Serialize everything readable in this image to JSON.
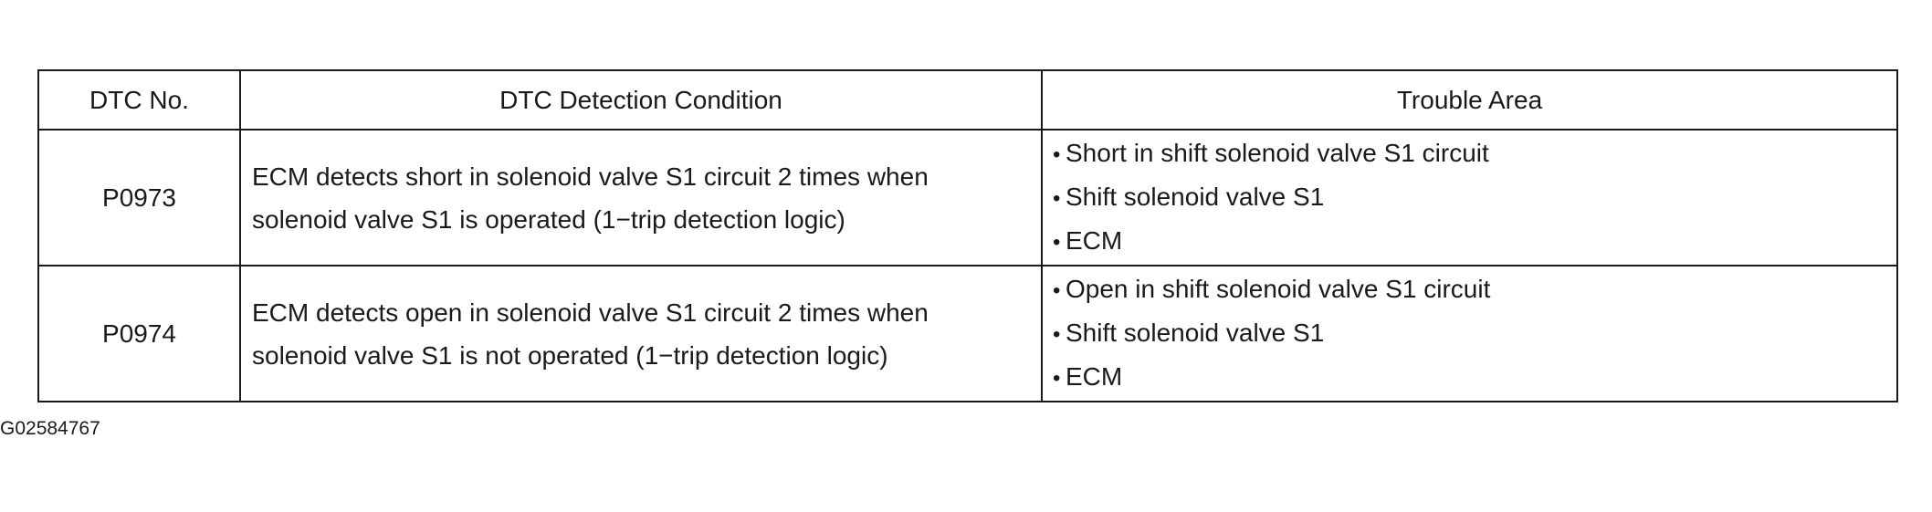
{
  "table": {
    "headers": [
      "DTC No.",
      "DTC Detection Condition",
      "Trouble Area"
    ],
    "rows": [
      {
        "code": "P0973",
        "condition_line1": "ECM detects short in solenoid valve S1 circuit 2 times when",
        "condition_line2": "solenoid valve S1 is operated (1−trip detection logic)",
        "trouble_areas": [
          "Short in shift solenoid valve S1 circuit",
          "Shift solenoid valve S1",
          "ECM"
        ]
      },
      {
        "code": "P0974",
        "condition_line1": "ECM detects open in solenoid valve S1 circuit 2 times when",
        "condition_line2": "solenoid valve S1 is not operated (1−trip detection logic)",
        "trouble_areas": [
          "Open in shift solenoid valve S1 circuit",
          "Shift solenoid valve S1",
          "ECM"
        ]
      }
    ]
  },
  "figure_id": "G02584767"
}
